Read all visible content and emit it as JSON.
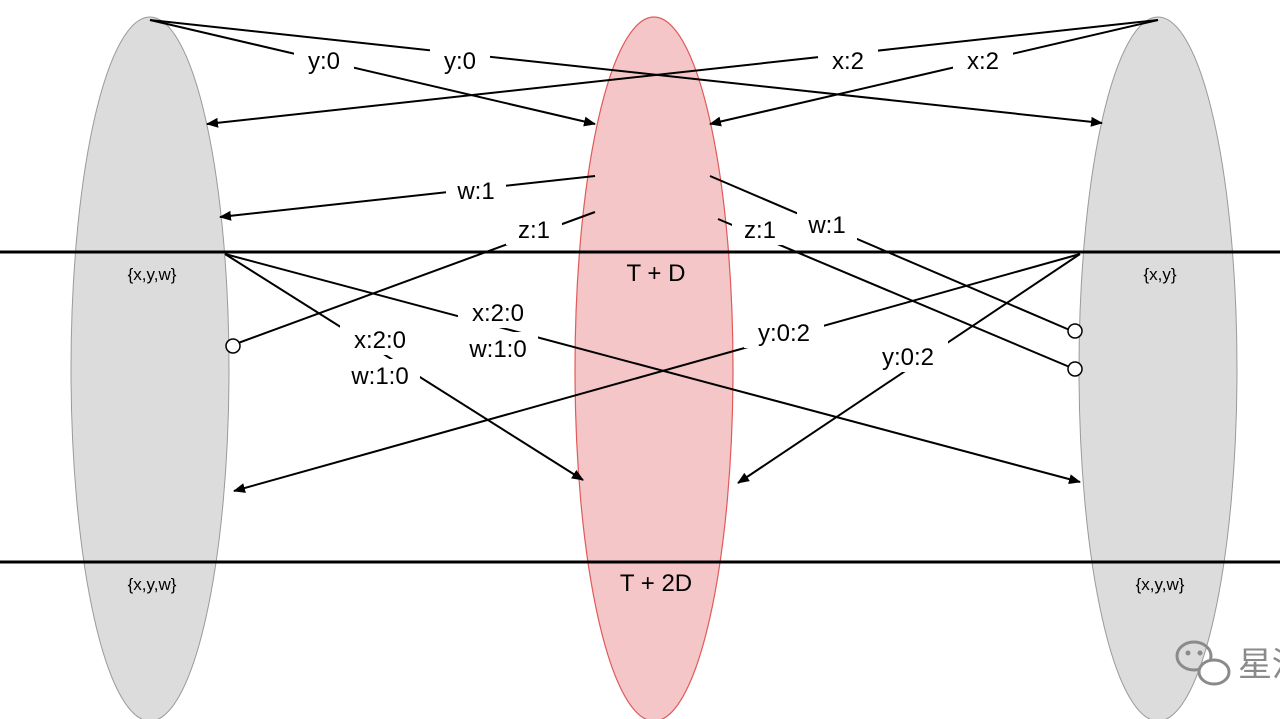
{
  "replicas": {
    "left": {
      "state_1": "{x,y,w}",
      "state_2": "{x,y,w}"
    },
    "middle": {
      "state_1": "T + D",
      "state_2": "T + 2D"
    },
    "right": {
      "state_1": "{x,y}",
      "state_2": "{x,y,w}"
    }
  },
  "messages": {
    "y0_a": "y:0",
    "y0_b": "y:0",
    "x2_a": "x:2",
    "x2_b": "x:2",
    "w1_left": "w:1",
    "z1_left": "z:1",
    "z1_right": "z:1",
    "w1_right": "w:1",
    "x20_left": "x:2:0",
    "w10_left": "w:1:0",
    "x20_mid": "x:2:0",
    "w10_mid": "w:1:0",
    "y02_a": "y:0:2",
    "y02_b": "y:0:2"
  },
  "colors": {
    "replica_fill": "#dcdcdc",
    "coordinator_fill": "#f5c6c8",
    "coordinator_stroke": "#e05a5a",
    "line": "#000000"
  },
  "watermark": {
    "icon": "wechat-icon",
    "text": "星河"
  }
}
